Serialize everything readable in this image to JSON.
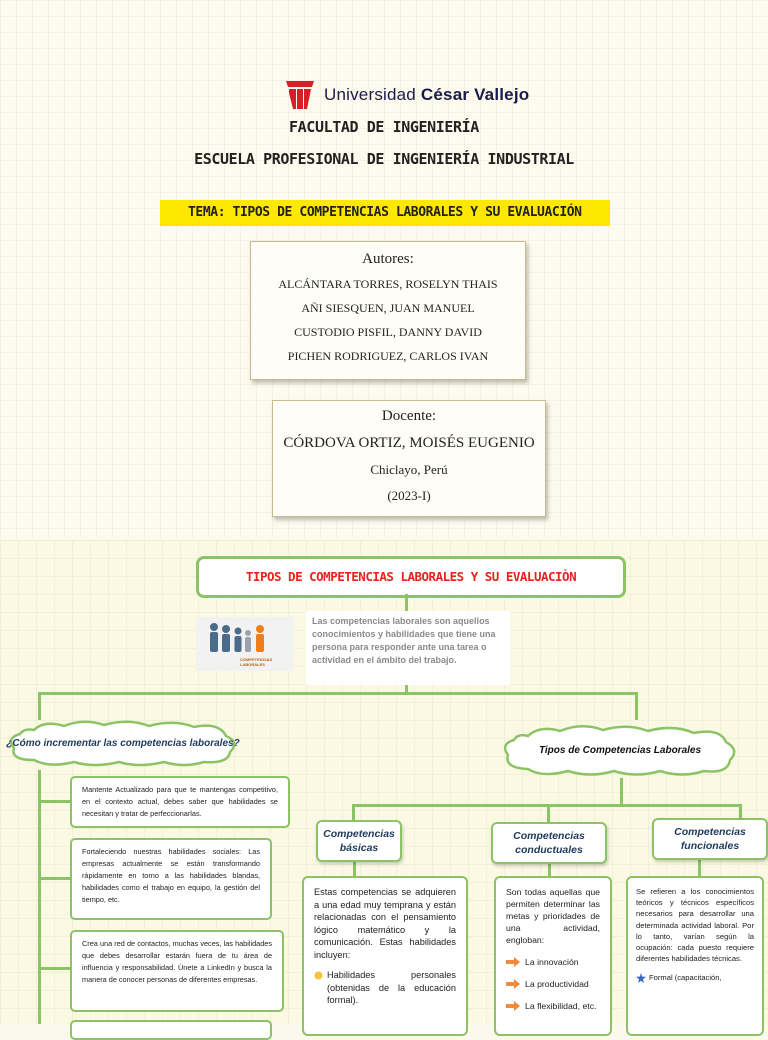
{
  "cover": {
    "logo_name": "Universidad",
    "logo_bold": "César Vallejo",
    "faculty": "FACULTAD DE INGENIERÍA",
    "school": "ESCUELA PROFESIONAL DE INGENIERÍA INDUSTRIAL",
    "topic": "TEMA: TIPOS DE COMPETENCIAS LABORALES Y SU EVALUACIÓN",
    "authors_label": "Autores:",
    "authors": [
      "ALCÁNTARA TORRES, ROSELYN THAIS",
      "AÑI SIESQUEN, JUAN MANUEL",
      "CUSTODIO PISFIL, DANNY DAVID",
      "PICHEN RODRIGUEZ, CARLOS IVAN"
    ],
    "teacher_label": "Docente:",
    "teacher": "CÓRDOVA ORTIZ, MOISÉS EUGENIO",
    "place": "Chiclayo, Perú",
    "period": "(2023-I)"
  },
  "map": {
    "title": "TIPOS DE COMPETENCIAS LABORALES Y SU EVALUACIÒN",
    "image_caption": "COMPETENCIAS LABORALES",
    "intro": "Las competencias laborales son aquellos conocimientos y habilidades que tiene una persona para responder ante una tarea o actividad en el ámbito del trabajo.",
    "left_cloud": "¿Cómo incrementar las competencias laborales?",
    "right_cloud": "Tipos de Competencias Laborales",
    "left_items": [
      "Mantente Actualizado para que te mantengas competitivo, en el contexto actual, debes saber que habilidades se necesitan y tratar de perfeccionarlas.",
      "Fortaleciendo nuestras habilidades sociales: Las empresas actualmente se están transformando rápidamente en torno a las habilidades blandas, habilidades como el trabajo en equipo, la gestión del tiempo, etc.",
      "Crea una red de contactos, muchas veces, las habilidades que debes desarrollar estarán fuera de tu área de influencia y responsabilidad. Únete a LinkedIn y busca la manera de conocer personas de diferentes empresas."
    ],
    "basic": {
      "title": "Competencias básicas",
      "text": "Estas competencias se adquieren a una edad muy temprana y están relacionadas con el pensamiento lógico matemático y la comunicación. Estas habilidades incluyen:",
      "bullet": "Habilidades personales (obtenidas de la educación formal)."
    },
    "conductual": {
      "title": "Competencias conductuales",
      "text": "Son todas aquellas que permiten determinar las metas y prioridades de una actividad, engloban:",
      "bullets": [
        "La innovación",
        "La productividad",
        "La flexibilidad, etc."
      ]
    },
    "funcional": {
      "title": "Competencias funcionales",
      "text": "Se refieren a los conocimientos teóricos y técnicos específicos necesarios para desarrollar una determinada actividad laboral. Por lo tanto, varían según la ocupación: cada puesto requiere diferentes habilidades técnicas.",
      "bullet": "Formal (capacitación,"
    }
  }
}
